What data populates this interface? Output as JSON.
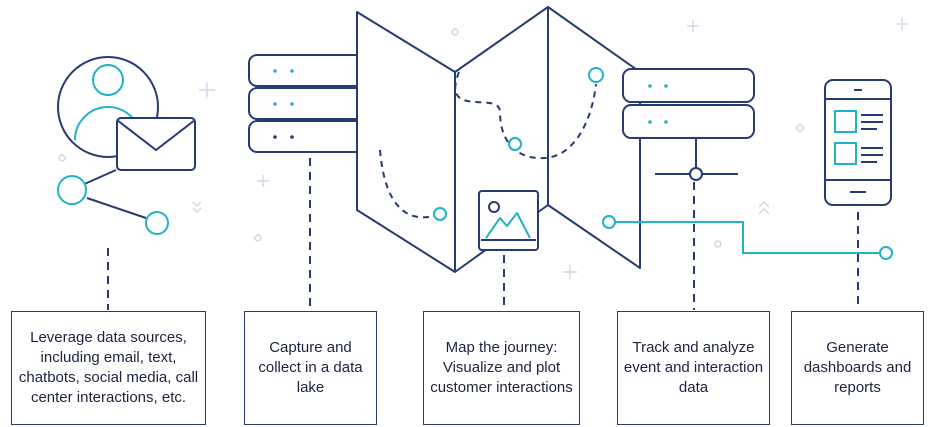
{
  "steps": [
    {
      "id": "leverage",
      "label": "Leverage data sources, including email, text, chatbots, social media, call center interactions, etc."
    },
    {
      "id": "capture",
      "label": "Capture and collect in a data lake"
    },
    {
      "id": "map",
      "label": "Map the journey: Visualize and plot customer interactions"
    },
    {
      "id": "track",
      "label": "Track and analyze event and interaction data"
    },
    {
      "id": "generate",
      "label": "Generate dashboards and reports"
    }
  ],
  "icons": [
    "user-email-icon",
    "stacked-server-icon",
    "folded-map-icon",
    "server-icon",
    "mobile-dashboard-icon"
  ],
  "colors": {
    "navy": "#273a73",
    "teal": "#1fb3c6",
    "muted": "#d4d8e6"
  }
}
